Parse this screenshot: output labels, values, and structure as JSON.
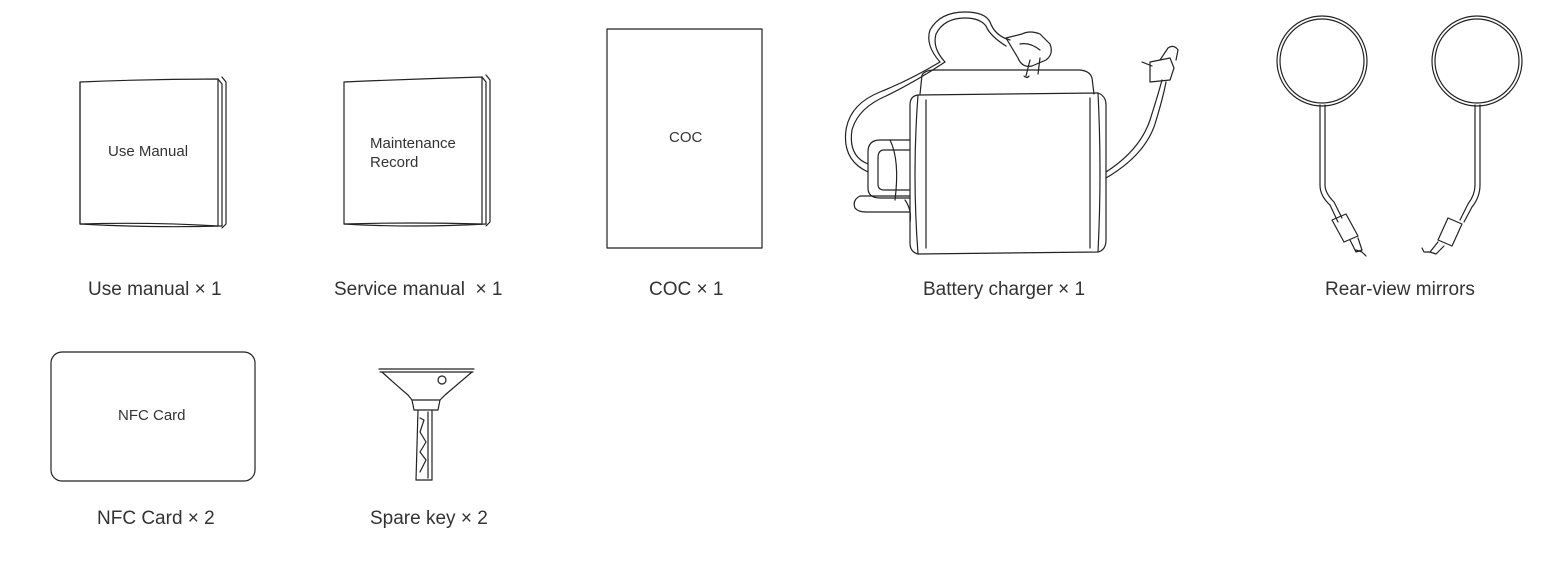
{
  "items": [
    {
      "id": "use-manual",
      "caption": "Use manual × 1",
      "label_lines": [
        "Use Manual"
      ]
    },
    {
      "id": "service-manual",
      "caption": "Service manual  × 1",
      "label_lines": [
        "Maintenance",
        "Record"
      ]
    },
    {
      "id": "coc",
      "caption": "COC × 1",
      "label_lines": [
        "COC"
      ]
    },
    {
      "id": "battery-charger",
      "caption": "Battery charger × 1"
    },
    {
      "id": "rear-view-mirrors",
      "caption": "Rear-view mirrors"
    },
    {
      "id": "nfc-card",
      "caption": "NFC Card × 2",
      "label_lines": [
        "NFC Card"
      ]
    },
    {
      "id": "spare-key",
      "caption": "Spare key × 2"
    }
  ]
}
